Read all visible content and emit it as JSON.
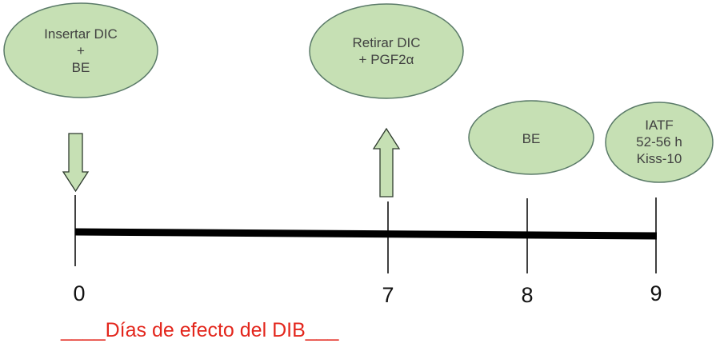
{
  "events": [
    {
      "lines": [
        "Insertar DIC",
        "+",
        "BE"
      ]
    },
    {
      "lines": [
        "Retirar DIC",
        "+ PGF2α"
      ]
    },
    {
      "lines": [
        "BE"
      ]
    },
    {
      "lines": [
        "IATF",
        "52-56 h",
        "Kiss-10"
      ]
    }
  ],
  "days": [
    "0",
    "7",
    "8",
    "9"
  ],
  "caption": "____Días de efecto del DIB___",
  "colors": {
    "ellipse_fill": "#c6e0b4",
    "ellipse_stroke": "#5a7a68",
    "arrow_fill": "#c6e0b4",
    "arrow_stroke": "#2e3b2e",
    "timeline": "#000000",
    "caption": "#e3261c"
  }
}
